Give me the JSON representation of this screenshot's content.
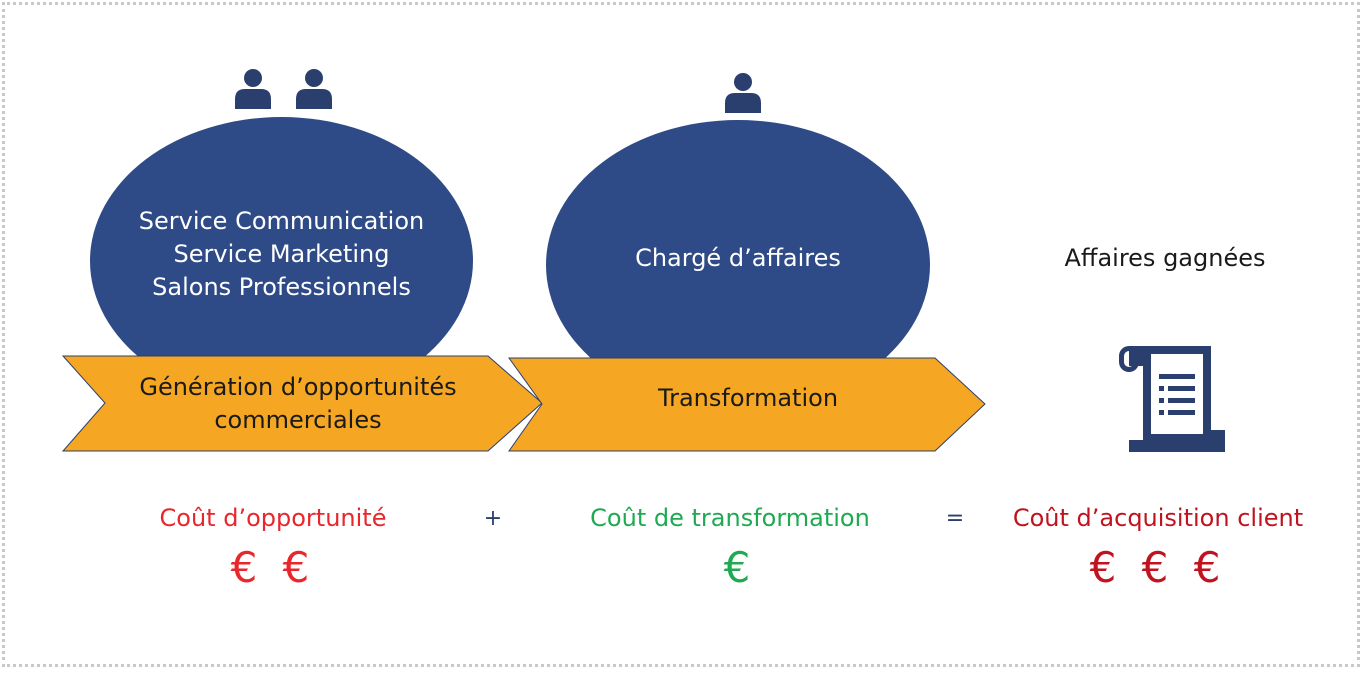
{
  "colors": {
    "navy": "#2e4a87",
    "orange": "#f5a623",
    "red": "#e8262b",
    "green": "#1faa52",
    "darkred": "#c0121f",
    "icon": "#2b3f6e",
    "text": "#1a1a1a"
  },
  "stage1": {
    "ellipse_lines": [
      "Service Communication",
      "Service Marketing",
      "Salons Professionnels"
    ],
    "arrow_lines": [
      "Génération d’opportunités",
      "commerciales"
    ],
    "icons": [
      "person-icon",
      "person-icon"
    ]
  },
  "stage2": {
    "ellipse_lines": [
      "Chargé d’affaires"
    ],
    "arrow_lines": [
      "Transformation"
    ],
    "icons": [
      "person-icon"
    ]
  },
  "result": {
    "label": "Affaires gagnées",
    "icon": "receipt-icon"
  },
  "costs": {
    "opportunity": {
      "label": "Coût d’opportunité",
      "symbols": "€ €"
    },
    "plus": "+",
    "transformation": {
      "label": "Coût de transformation",
      "symbols": "€"
    },
    "equals": "=",
    "acquisition": {
      "label": "Coût d’acquisition client",
      "symbols": "€ € €"
    }
  }
}
